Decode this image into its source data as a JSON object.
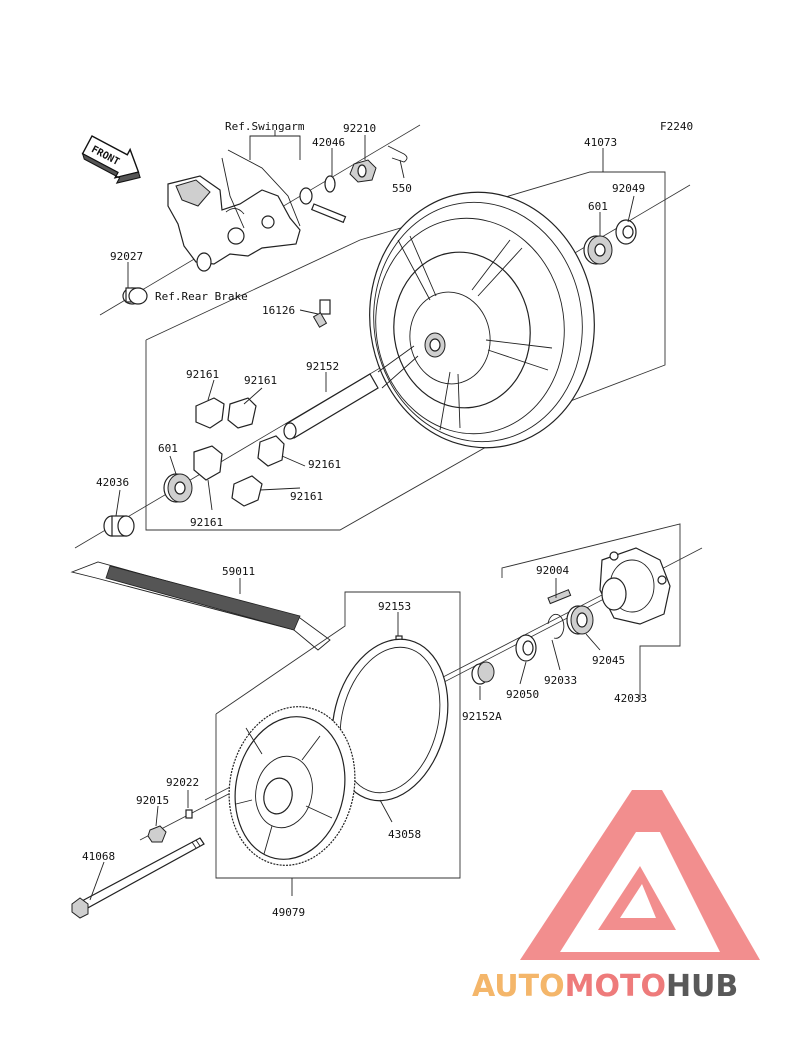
{
  "diagram_code": "F2240",
  "front_label": "FRONT",
  "ref_labels": {
    "swingarm": "Ref.Swingarm",
    "rear_brake": "Ref.Rear Brake"
  },
  "parts": {
    "p92210": "92210",
    "p42046": "42046",
    "p550": "550",
    "p41073": "41073",
    "p92049": "92049",
    "p601_top": "601",
    "p92027": "92027",
    "p16126": "16126",
    "p92161_a": "92161",
    "p92161_b": "92161",
    "p92152": "92152",
    "p601_left": "601",
    "p92161_c": "92161",
    "p42036": "42036",
    "p92161_d": "92161",
    "p92161_e": "92161",
    "p59011": "59011",
    "p92004": "92004",
    "p92153": "92153",
    "p92045": "92045",
    "p92033": "92033",
    "p42033": "42033",
    "p92050": "92050",
    "p92152A": "92152A",
    "p92022": "92022",
    "p92015": "92015",
    "p43058": "43058",
    "p41068": "41068",
    "p49079": "49079"
  },
  "watermark": {
    "part1": "AUTO",
    "part2": "MOTO",
    "part3": "HUB",
    "color_light": "#f4b66a",
    "color_red": "#ee7b7b",
    "color_dark": "#595959",
    "triangle_color": "#ef7373"
  }
}
